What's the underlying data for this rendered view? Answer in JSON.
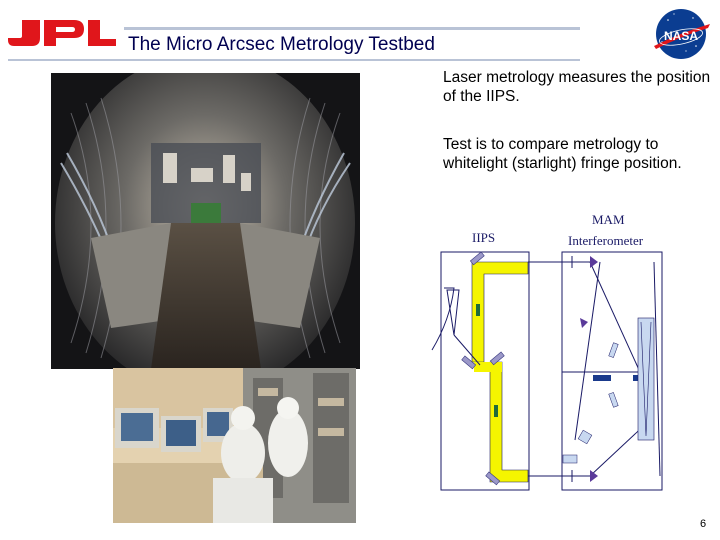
{
  "slide": {
    "title": "The Micro Arcsec Metrology Testbed",
    "bullets": [
      "Laser metrology measures the position of the IIPS.",
      "Test is to compare metrology to whitelight (starlight) fringe position."
    ],
    "page_number": "6"
  },
  "logos": {
    "left": "JPL",
    "right": "NASA"
  },
  "diagram": {
    "label_iips": "IIPS",
    "label_mam": "MAM",
    "label_interferometer": "Interferometer"
  },
  "colors": {
    "title_text": "#000050",
    "rule": "#b9c3d6",
    "jpl_red": "#e0161b",
    "nasa_blue": "#0b3d91",
    "beam_yellow": "#f5f500",
    "diagram_line": "#1a1a66"
  }
}
